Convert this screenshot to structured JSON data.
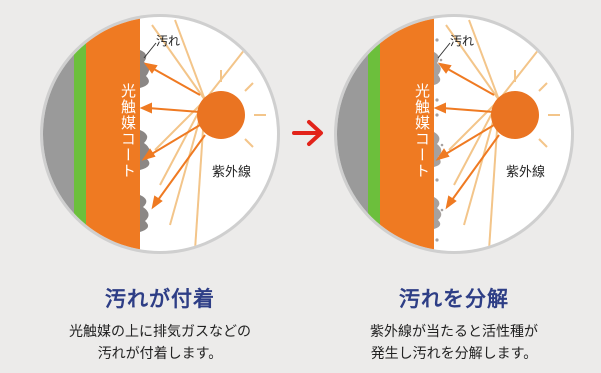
{
  "left_panel": {
    "coat_label": "光触媒コート",
    "dirt_label": "汚れ",
    "uv_label": "紫外線",
    "title": "汚れが付着",
    "desc_line1": "光触媒の上に排気ガスなどの",
    "desc_line2": "汚れが付着します。"
  },
  "right_panel": {
    "coat_label": "光触媒コート",
    "dirt_label": "汚れ",
    "uv_label": "紫外線",
    "title": "汚れを分解",
    "desc_line1": "紫外線が当たると活性種が",
    "desc_line2": "発生し汚れを分解します。"
  },
  "colors": {
    "background": "#ecebea",
    "coat": "#ef7a22",
    "green_layer": "#6cbf3c",
    "gray_layer": "#9a9a9a",
    "sun": "#ea7422",
    "arrow": "#e2231a",
    "title": "#2e3e86"
  },
  "icons": {
    "transition": "right-arrow-icon",
    "sun": "sun-icon"
  }
}
